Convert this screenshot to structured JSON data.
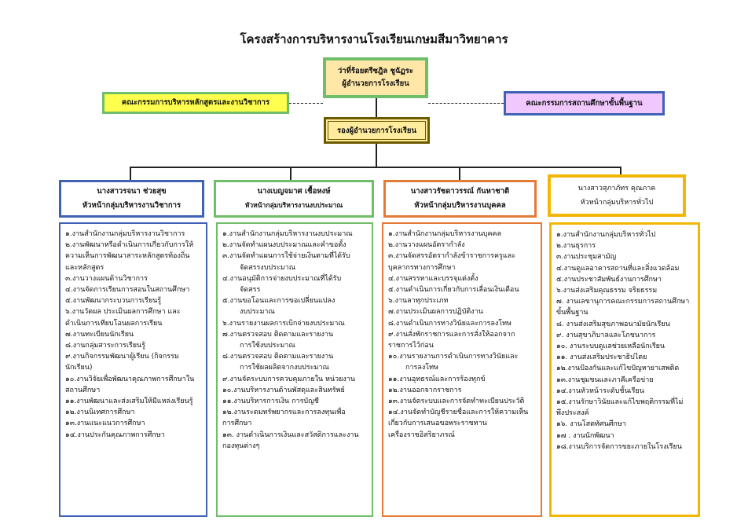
{
  "title": "โครงสร้างการบริหารงานโรงเรียนเกษมสีมาวิทยาคาร",
  "director": {
    "name": "ว่าที่ร้อยตรีชฎิล  ชูฉัฏระ",
    "position": "ผู้อำนวยการโรงเรียน"
  },
  "committees": {
    "left": "คณะกรรมการบริหารหลักสูตรและงานวิชาการ",
    "right": "คณะกรรมการสถานศึกษาขั้นพื้นฐาน"
  },
  "deputy": "รองผู้อำนวยการโรงเรียน",
  "colors": {
    "blue": "#3f62b5",
    "green": "#6fbf6a",
    "orange": "#e57a36",
    "yellow": "#f2b705"
  },
  "departments": [
    {
      "head_name": "นางสาวรจนา  ช่วยสุข",
      "head_title": "หัวหน้ากลุ่มบริหารงานวิชาการ",
      "items": [
        "๑.งานสำนักงานกลุ่มบริหารงานวิชาการ",
        "๒.งานพัฒนาหรือดำเนินการเกี่ยวกับการให้",
        "ความเห็นการพัฒนาสาระหลักสูตรท้องถิ่น",
        "และหลักสูตร",
        "๓.งานวางแผนด้านวิชาการ",
        "๔.งานจัดการเรียนการสอนในสถานศึกษา",
        "๕.งานพัฒนากระบวนการเรียนรู้",
        "๖.งานวัดผล ประเมินผลการศึกษา และ",
        "ดำเนินการเทียบโอนผลการเรียน",
        "๗.งานทะเบียนนักเรียน",
        "๘.งานกลุ่มสาระการเรียนรู้",
        "๙.งานกิจกรรมพัฒนาผู้เรียน (กิจกรรม",
        "นักเรียน)",
        "๑๐.งานวิจัยเพื่อพัฒนาคุณภาพการศึกษาใน",
        "สถานศึกษา",
        "๑๑.งานพัฒนาและส่งเสริมให้มีแหล่งเรียนรู้",
        "๑๒.งานนิเทศการศึกษา",
        "๑๓.งานแนะแนวการศึกษา",
        "๑๔.งานประกันคุณภาพการศึกษา"
      ]
    },
    {
      "head_name": "นางเบญจมาศ  เชื้อหงษ์",
      "head_title": "หัวหน้ากลุ่มบริหารงานงบประมาณ",
      "items": [
        "๑.งานสำนักงานกลุ่มบริหารงานงบประมาณ",
        "๒.งานจัดทำแผนงบประมาณและคำขอตั้ง",
        "๓.งานจัดทำแผนการใช้จ่ายเงินตามที่ได้รับ",
        "จัดสรรงบประมาณ",
        "๔.งานอนุมัติการจ่ายงบประมาณที่ได้รับ",
        "จัดสรร",
        "๕.งานขอโอนและการขอเปลี่ยนแปลง",
        "งบประมาณ",
        "๖.งานรายงานผลการเบิกจ่ายงบประมาณ",
        "๗.งานตรวจสอบ ติดตามและรายงาน",
        "การใช้งบประมาณ",
        "๘.งานตรวจสอบ ติดตามและรายงาน",
        "การใช้ผลผลิตจากงบประมาณ",
        "๙.งานจัดระบบการควบคุมภายใน หน่วยงาน",
        "๑๐.งานบริหารงานด้านพัสดุและสินทรัพย์",
        "๑๑.งานบริหารการเงิน การบัญชี",
        "๑๒.งานระดมทรัพยากรและการลงทุนเพื่อ",
        "การศึกษา",
        "๑๓. งานดำเนินการเงินและสวัสดิการและงาน",
        "กองทุนต่างๆ"
      ]
    },
    {
      "head_name": "นางสาวรัชดาวรรณ์  กันหาชาติ",
      "head_title": "หัวหน้ากลุ่มบริหารงานบุคคล",
      "items": [
        "๑.งานสำนักงานกลุ่มบริหารงานบุคคล",
        "๒.งานวางแผนอัตรากำลัง",
        "๓.งานจัดสรรอัตรากำลังข้าราชการครูและ",
        "บุคลากรทางการศึกษา",
        "๔.งานสรรหาและบรรจุแต่งตั้ง",
        "๕.งานดำเนินการเกี่ยวกับการเลื่อนเงินเดือน",
        "๖.งานลาทุกประเภท",
        "๗.งานประเมินผลการปฏิบัติงาน",
        "๘.งานดำเนินการทางวินัยและการลงโทษ",
        "๙.งานสั่งพักราชการและการสั่งให้ออกจาก",
        "ราชการไว้ก่อน",
        "๑๐.งานรายงานการดำเนินการทางวินัยและ",
        "การลงโทษ",
        "๑๑.งานอุทธรณ์และการร้องทุกข์",
        "๑๒.งานออกจากราชการ",
        "๑๓.งานจัดระบบและการจัดทำทะเบียนประวัติ",
        "๑๔.งานจัดทำบัญชีรายชื่อและการให้ความเห็น",
        "เกี่ยวกับการเสนอขอพระราชทาน",
        "เครื่องราชอิสริยาภรณ์"
      ]
    },
    {
      "head_name": "นางสาวสุภาภัทร  คุณภาค",
      "head_title": "หัวหน้ากลุ่มบริหารทั่วไป",
      "items": [
        "๑.งานสำนักงานกลุ่มบริหารทั่วไป",
        "๒.งานธุรการ",
        "๓.งานประชุมสามัญ",
        "๔.งานดูแลอาคารสถานที่และสิ่งแวดล้อม",
        "๕.งานประชาสัมพันธ์งานการศึกษา",
        "๖.งานส่งเสริมคุณธรรม จริยธรรม",
        "๗. งานเลขานุการคณะกรรมการสถานศึกษา",
        "ขั้นพื้นฐาน",
        "๘. งานส่งเสริมสุขภาพอนามัยนักเรียน",
        "๙. งานสุขาภิบาลและโภชนาการ",
        "๑๐. งานระบบดูแลช่วยเหลือนักเรียน",
        "๑๑. งานส่งเสริมประชาธิปไตย",
        "๑๒.งานป้องกันและแก้ไขปัญหายาเสพติด",
        "๑๓.งานชุมชนและภาคีเครือข่าย",
        "๑๔.งานหัวหน้าระดับชั้นเรียน",
        "๑๕.งานรักษาวินัยและแก้ไขพฤติกรรมที่ไม่",
        "พึงประสงค์",
        "๑๖. งานโสตทัศนศึกษา",
        "๑๗ . งานนักพัฒนา",
        "๑๘.งานบริการจัดการขยะภายในโรงเรียน"
      ]
    }
  ]
}
